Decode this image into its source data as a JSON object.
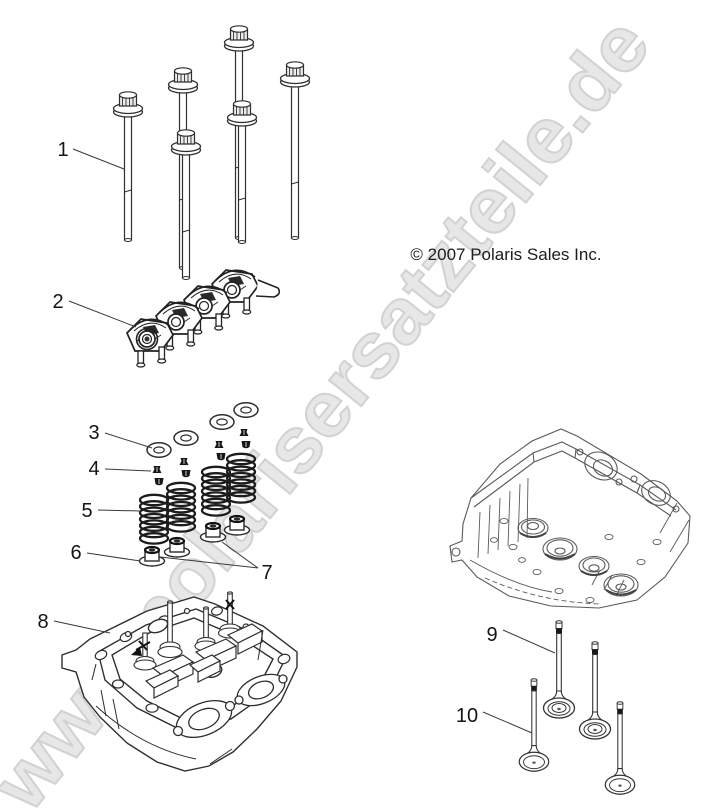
{
  "watermark": {
    "text": "www.polarisersatzteile.de",
    "fill": "#e7e7e7",
    "outline": "#d2d2d2"
  },
  "copyright": {
    "text": "© 2007 Polaris Sales Inc."
  },
  "callouts": [
    {
      "label": "1"
    },
    {
      "label": "2"
    },
    {
      "label": "3"
    },
    {
      "label": "4"
    },
    {
      "label": "5"
    },
    {
      "label": "6"
    },
    {
      "label": "7"
    },
    {
      "label": "8"
    },
    {
      "label": "9"
    },
    {
      "label": "10"
    }
  ],
  "colors": {
    "background": "#ffffff",
    "line_dark": "#2f2f2f",
    "line_light": "#5a5a5a"
  }
}
